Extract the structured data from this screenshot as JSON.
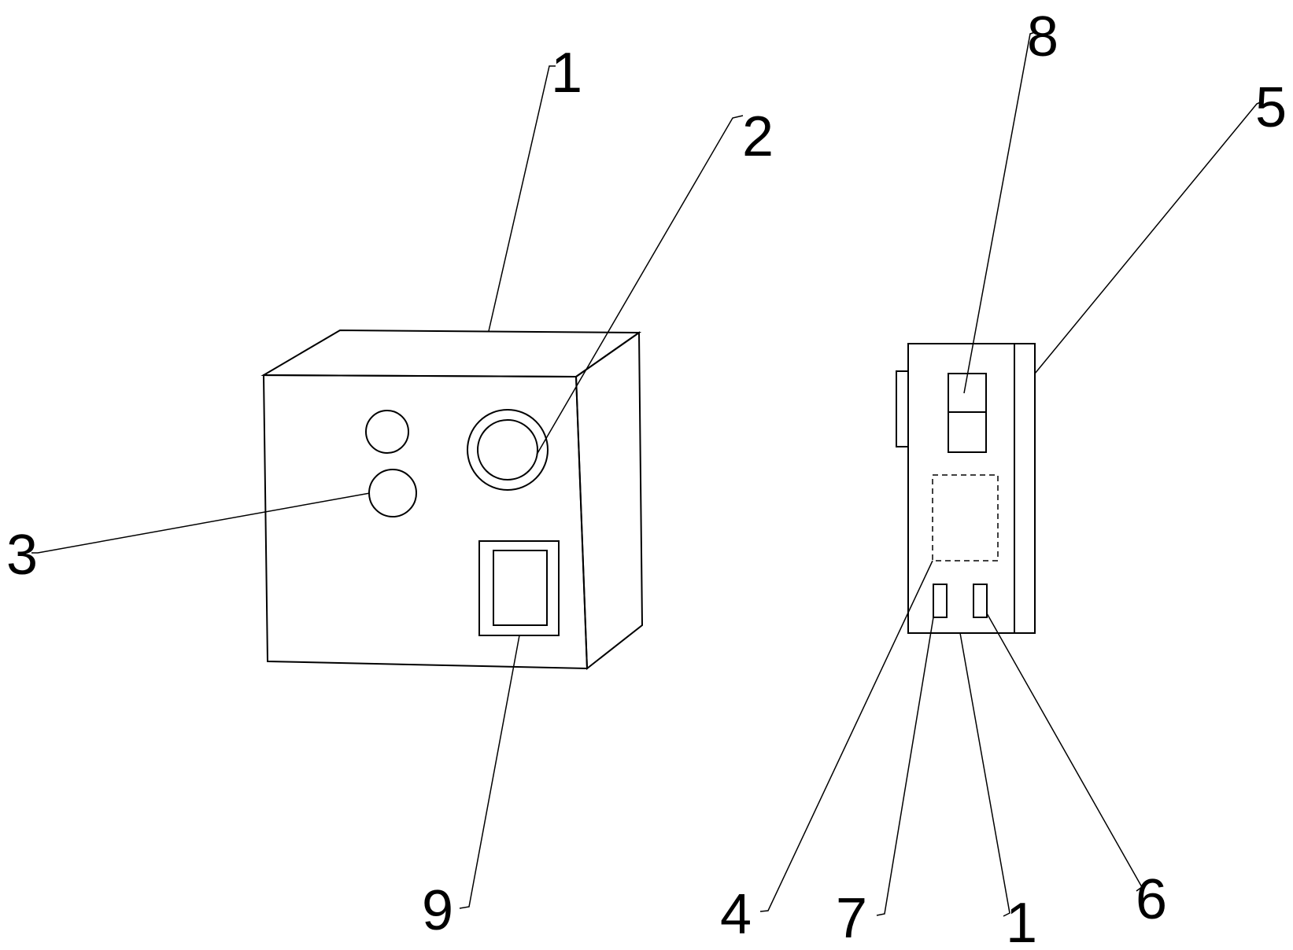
{
  "labels": {
    "l1_top": "1",
    "l2": "2",
    "l3": "3",
    "l4": "4",
    "l5": "5",
    "l6": "6",
    "l7": "7",
    "l8": "8",
    "l9": "9",
    "l1_bottom": "1"
  },
  "colors": {
    "line": "#000000",
    "background": "#ffffff"
  }
}
